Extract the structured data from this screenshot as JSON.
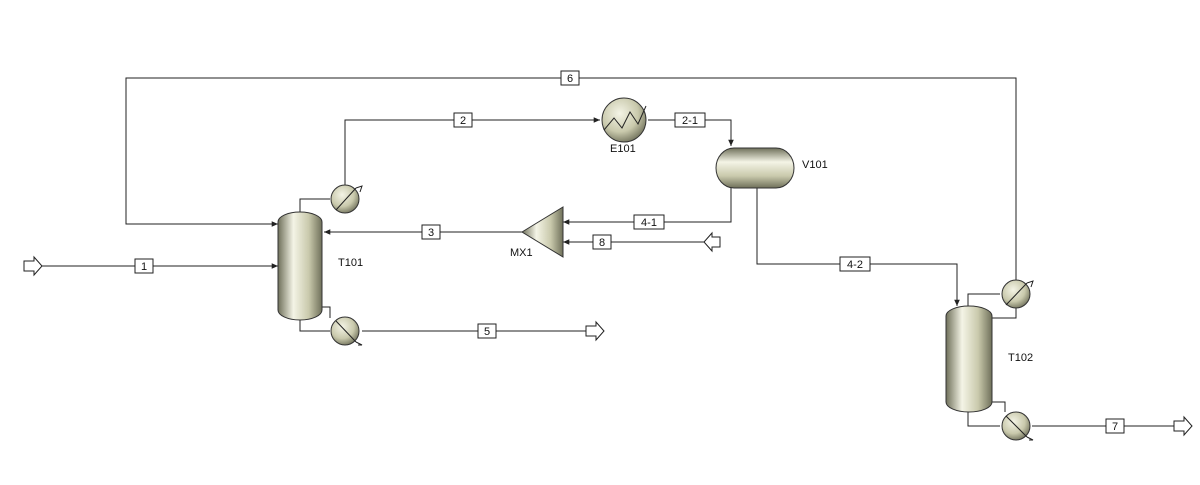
{
  "equipment": {
    "t101": "T101",
    "t102": "T102",
    "e101": "E101",
    "v101": "V101",
    "mx1": "MX1"
  },
  "streams": {
    "s1": "1",
    "s2": "2",
    "s2_1": "2-1",
    "s3": "3",
    "s4_1": "4-1",
    "s4_2": "4-2",
    "s5": "5",
    "s6": "6",
    "s7": "7",
    "s8": "8"
  },
  "colors": {
    "vessel_light": "#f4f4e6",
    "vessel_mid": "#c9c9ac",
    "vessel_dark": "#6f705a",
    "line": "#222222"
  }
}
